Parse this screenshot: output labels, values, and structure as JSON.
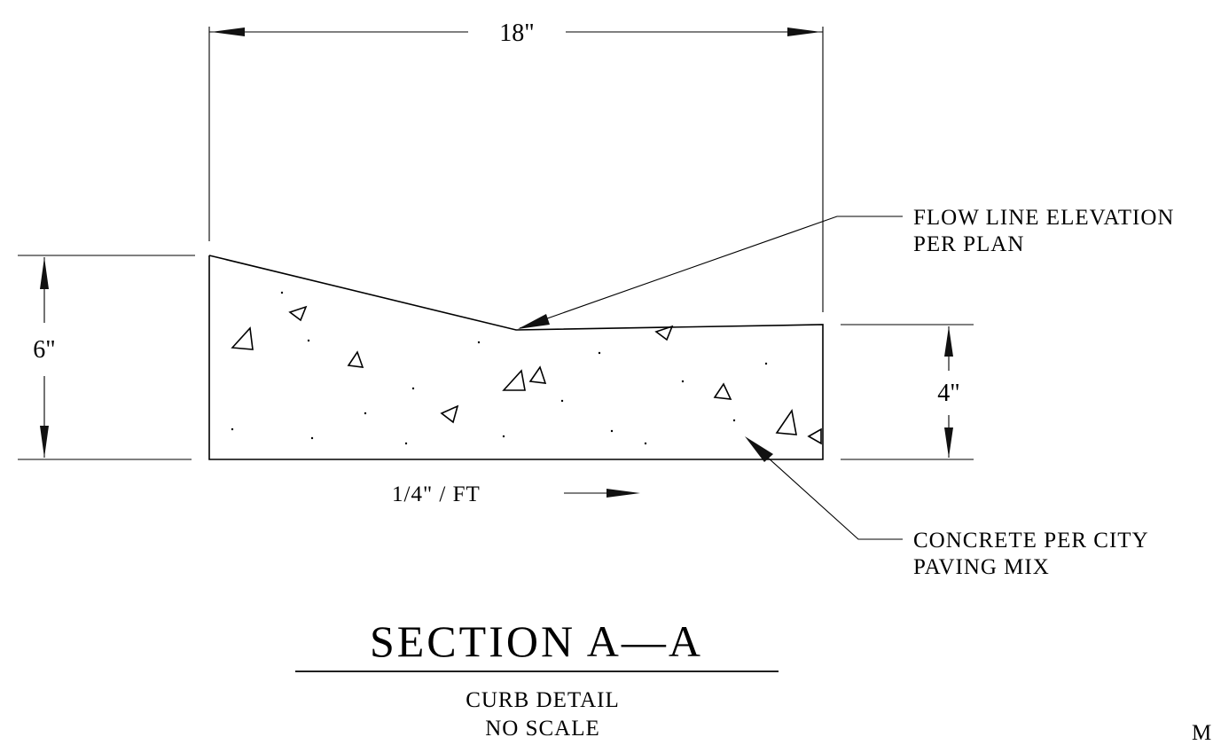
{
  "drawing": {
    "dimensions": {
      "width_label": "18\"",
      "left_height_label": "6\"",
      "right_height_label": "4\"",
      "slope_label": "1/4\" / FT"
    },
    "callouts": {
      "flow_line_line1": "FLOW LINE ELEVATION",
      "flow_line_line2": "PER PLAN",
      "concrete_line1": "CONCRETE PER CITY",
      "concrete_line2": "PAVING MIX"
    },
    "title": "SECTION A—A",
    "subtitle_line1": "CURB DETAIL",
    "subtitle_line2": "NO SCALE",
    "corner_mark": "M"
  }
}
